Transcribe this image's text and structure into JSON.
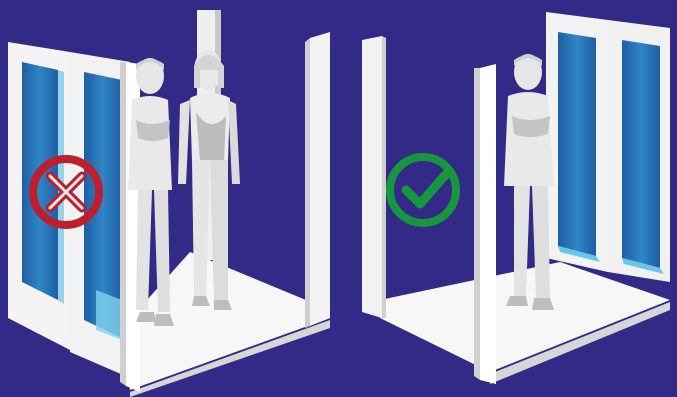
{
  "background_color": "#322a86",
  "panels": [
    {
      "status": "incorrect",
      "people_count": 2,
      "status_icon": "cross-circle-icon",
      "status_color": "#be1e2d"
    },
    {
      "status": "correct",
      "people_count": 1,
      "status_icon": "check-circle-icon",
      "status_color": "#16963f"
    }
  ],
  "colors": {
    "frame": "#f2f2f2",
    "frame_shade": "#c9c9c9",
    "glass": "#2a78b8",
    "glass_light": "#6cc4e8",
    "figure": "#e6e6e6",
    "figure_shade": "#b8b8b8",
    "floor": "#f7f7f7"
  }
}
